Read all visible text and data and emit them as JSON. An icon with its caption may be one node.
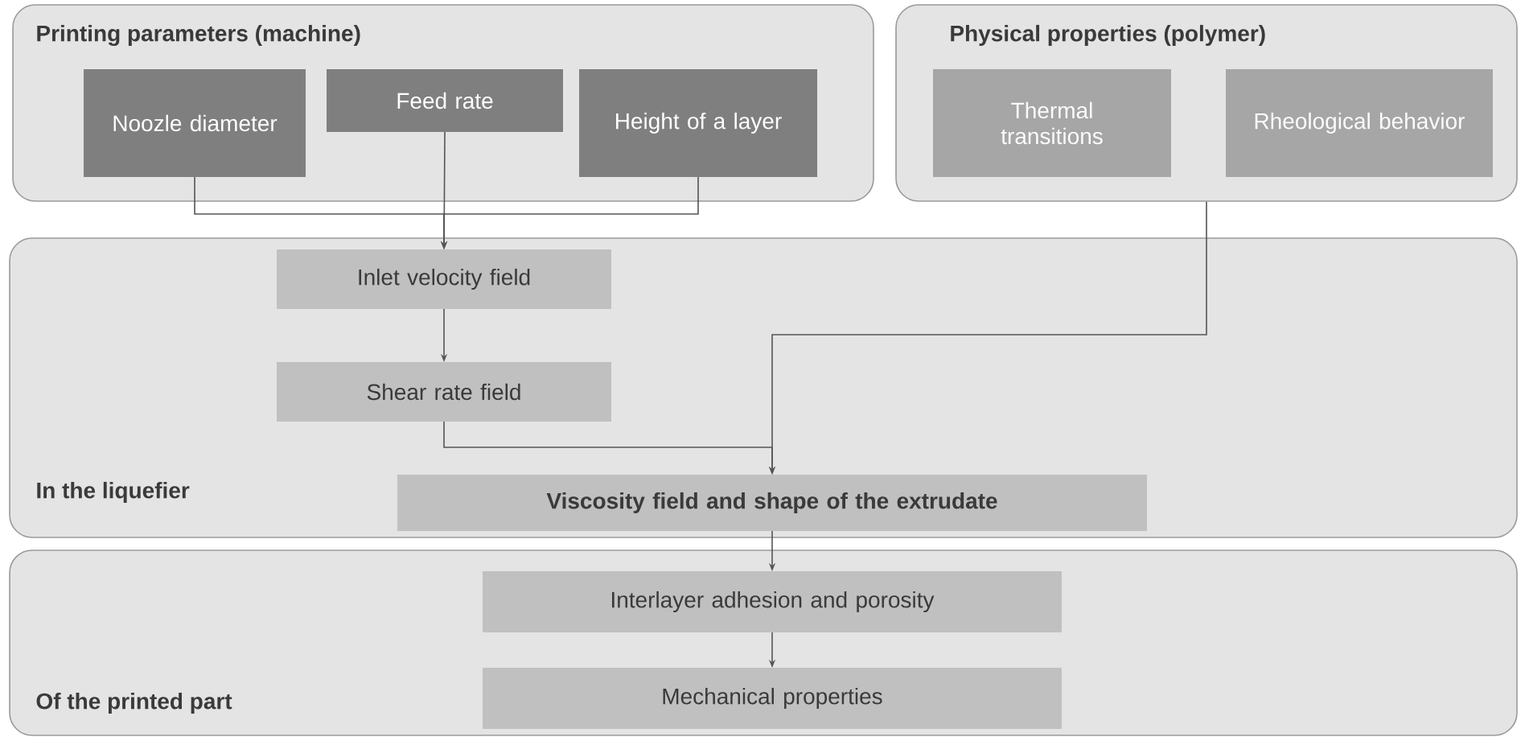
{
  "diagram": {
    "nodes": [
      {
        "text": [
          "Printing parameters (machine)"
        ]
      },
      {
        "text": [
          "Noozle diameter"
        ],
        "in": 0
      },
      {
        "text": [
          "Feed rate"
        ],
        "in": 0
      },
      {
        "text": [
          "Height of a layer"
        ],
        "in": 0
      },
      {
        "text": [
          "Physical properties (polymer)"
        ]
      },
      {
        "text": [
          "Thermal transitions"
        ],
        "in": 4
      },
      {
        "text": [
          "Rheological behavior"
        ],
        "in": 4
      },
      {
        "text": [
          "In the liquefier"
        ]
      },
      {
        "text": [
          "Inlet velocity field"
        ],
        "in": 7
      },
      {
        "text": [
          "Shear rate field"
        ],
        "in": 7
      },
      {
        "text": [
          "Viscosity field and shape of the extrudate"
        ],
        "in": 7
      },
      {
        "text": [
          "Of the printed part"
        ]
      },
      {
        "text": [
          "Interlayer adhesion and porosity"
        ],
        "in": 11
      },
      {
        "text": [
          "Mechanical properties"
        ],
        "in": 11
      }
    ],
    "edges": [
      {
        "from": 1,
        "to": 8,
        "arrow": "to"
      },
      {
        "from": 2,
        "to": 8,
        "arrow": "to"
      },
      {
        "from": 3,
        "to": 8,
        "arrow": "to"
      },
      {
        "from": 8,
        "to": 9,
        "arrow": "to"
      },
      {
        "from": 9,
        "to": 10,
        "arrow": "to"
      },
      {
        "from": 4,
        "to": 10,
        "arrow": "to"
      },
      {
        "from": 10,
        "to": 12,
        "arrow": "to"
      },
      {
        "from": 12,
        "to": 13,
        "arrow": "to"
      }
    ]
  }
}
